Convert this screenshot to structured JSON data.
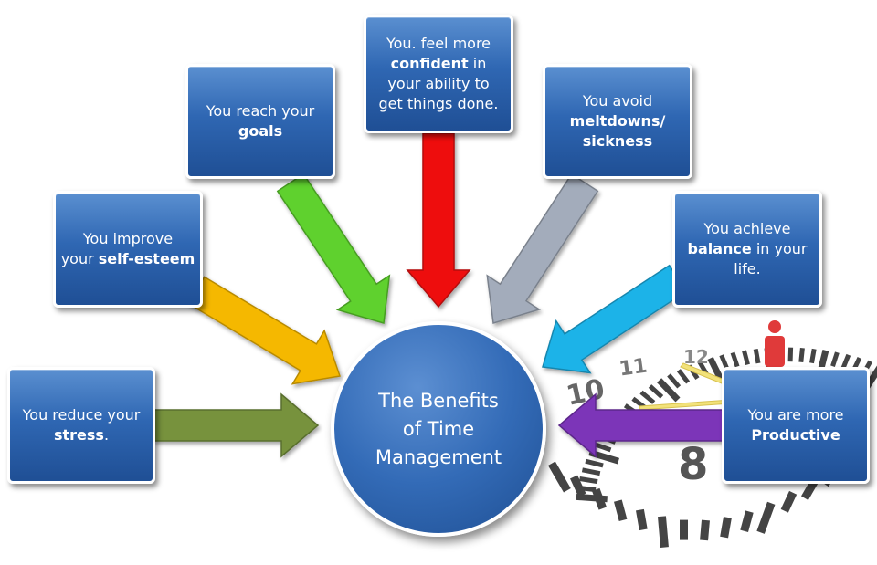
{
  "center": {
    "lines": [
      "The Benefits",
      "of Time",
      "Management"
    ]
  },
  "benefits": [
    {
      "id": "stress",
      "lines": [
        [
          "You reduce your"
        ],
        [
          "",
          "stress",
          "."
        ]
      ],
      "arrow_color": "#77923c"
    },
    {
      "id": "self-esteem",
      "lines": [
        [
          "You improve"
        ],
        [
          "your ",
          "self-esteem",
          ""
        ]
      ],
      "arrow_color": "#f5b800"
    },
    {
      "id": "goals",
      "lines": [
        [
          "You reach your"
        ],
        [
          "",
          "goals",
          ""
        ]
      ],
      "arrow_color": "#5fd12e"
    },
    {
      "id": "confident",
      "lines": [
        [
          "You. feel more"
        ],
        [
          "",
          "confident",
          " in"
        ],
        [
          "your ability to"
        ],
        [
          "get things done."
        ]
      ],
      "arrow_color": "#ee1111"
    },
    {
      "id": "meltdowns",
      "lines": [
        [
          "You avoid"
        ],
        [
          "",
          "meltdowns/",
          ""
        ],
        [
          "",
          "sickness",
          ""
        ]
      ],
      "arrow_color": "#a3acbb"
    },
    {
      "id": "balance",
      "lines": [
        [
          "You achieve"
        ],
        [
          "",
          "balance",
          " in your"
        ],
        [
          "life."
        ]
      ],
      "arrow_color": "#1fb3e8"
    },
    {
      "id": "productive",
      "lines": [
        [
          "You are more"
        ],
        [
          "",
          "Productive",
          ""
        ]
      ],
      "arrow_color": "#7b35b8"
    }
  ],
  "clock": {
    "numbers": [
      "8",
      "10",
      "11",
      "12"
    ],
    "hand_color": "#f2e27a",
    "marker_color": "#e03a3a"
  }
}
